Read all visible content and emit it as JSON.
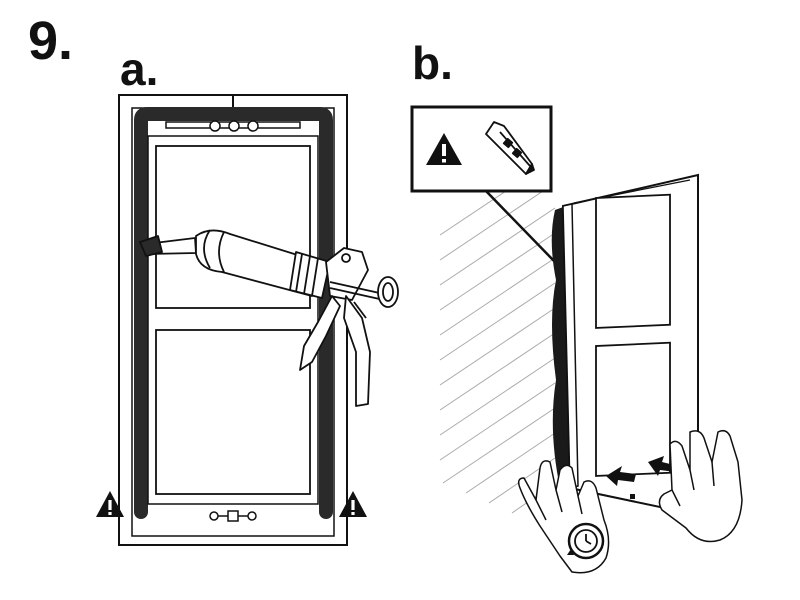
{
  "step": {
    "number": "9.",
    "panel_a_label": "a.",
    "panel_b_label": "b."
  },
  "icons": {
    "panel_a": [
      "warning-icon",
      "caulking-gun-icon",
      "warning-icon"
    ],
    "panel_b": [
      "warning-icon",
      "utility-knife-icon",
      "clock-icon",
      "press-arrow-icon"
    ]
  },
  "colors": {
    "ink": "#111111",
    "background": "#ffffff"
  }
}
